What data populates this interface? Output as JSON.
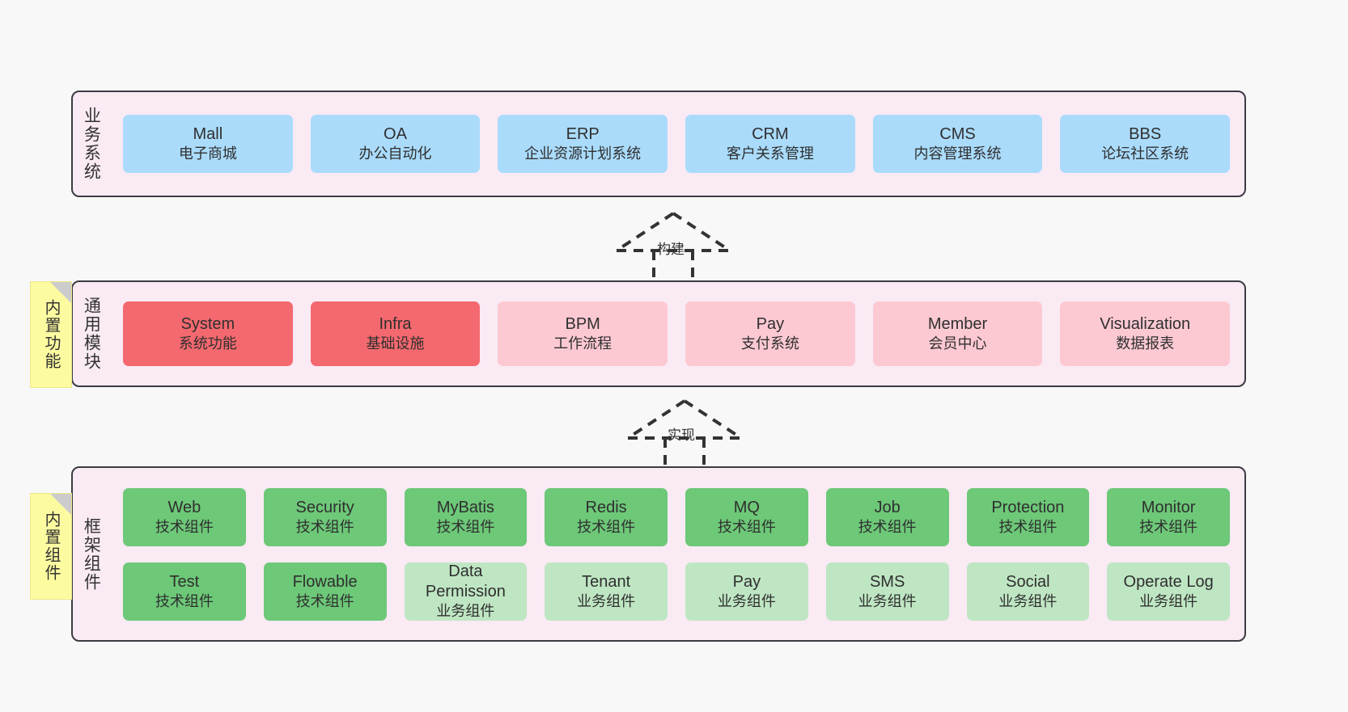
{
  "diagram": {
    "title_business": "业务系统",
    "title_modules": "通用模块",
    "title_framework": "框架组件"
  },
  "sticky_notes": {
    "builtin_features": "内置功能",
    "builtin_components": "内置组件"
  },
  "relations": {
    "build": "构建",
    "implement": "实现"
  },
  "colors": {
    "band_bg": "#f9eaf4",
    "band_border": "#3b3b44",
    "blue": "#aadbfb",
    "red": "#f4696f",
    "pink": "#fcc9d3",
    "green": "#6dc878",
    "light_green": "#bfe6c3",
    "sticky_yellow": "#fdfba0",
    "page_bg": "#f8f8f8"
  },
  "business_systems": [
    {
      "name": "Mall",
      "desc": "电子商城",
      "color": "blue"
    },
    {
      "name": "OA",
      "desc": "办公自动化",
      "color": "blue"
    },
    {
      "name": "ERP",
      "desc": "企业资源计划系统",
      "color": "blue"
    },
    {
      "name": "CRM",
      "desc": "客户关系管理",
      "color": "blue"
    },
    {
      "name": "CMS",
      "desc": "内容管理系统",
      "color": "blue"
    },
    {
      "name": "BBS",
      "desc": "论坛社区系统",
      "color": "blue"
    }
  ],
  "common_modules": [
    {
      "name": "System",
      "desc": "系统功能",
      "color": "red"
    },
    {
      "name": "Infra",
      "desc": "基础设施",
      "color": "red"
    },
    {
      "name": "BPM",
      "desc": "工作流程",
      "color": "pink"
    },
    {
      "name": "Pay",
      "desc": "支付系统",
      "color": "pink"
    },
    {
      "name": "Member",
      "desc": "会员中心",
      "color": "pink"
    },
    {
      "name": "Visualization",
      "desc": "数据报表",
      "color": "pink"
    }
  ],
  "framework_components_row1": [
    {
      "name": "Web",
      "desc": "技术组件",
      "color": "green"
    },
    {
      "name": "Security",
      "desc": "技术组件",
      "color": "green"
    },
    {
      "name": "MyBatis",
      "desc": "技术组件",
      "color": "green"
    },
    {
      "name": "Redis",
      "desc": "技术组件",
      "color": "green"
    },
    {
      "name": "MQ",
      "desc": "技术组件",
      "color": "green"
    },
    {
      "name": "Job",
      "desc": "技术组件",
      "color": "green"
    },
    {
      "name": "Protection",
      "desc": "技术组件",
      "color": "green"
    },
    {
      "name": "Monitor",
      "desc": "技术组件",
      "color": "green"
    }
  ],
  "framework_components_row2": [
    {
      "name": "Test",
      "desc": "技术组件",
      "color": "green"
    },
    {
      "name": "Flowable",
      "desc": "技术组件",
      "color": "green"
    },
    {
      "name": "Data Permission",
      "desc": "业务组件",
      "color": "light_green"
    },
    {
      "name": "Tenant",
      "desc": "业务组件",
      "color": "light_green"
    },
    {
      "name": "Pay",
      "desc": "业务组件",
      "color": "light_green"
    },
    {
      "name": "SMS",
      "desc": "业务组件",
      "color": "light_green"
    },
    {
      "name": "Social",
      "desc": "业务组件",
      "color": "light_green"
    },
    {
      "name": "Operate Log",
      "desc": "业务组件",
      "color": "light_green"
    }
  ]
}
